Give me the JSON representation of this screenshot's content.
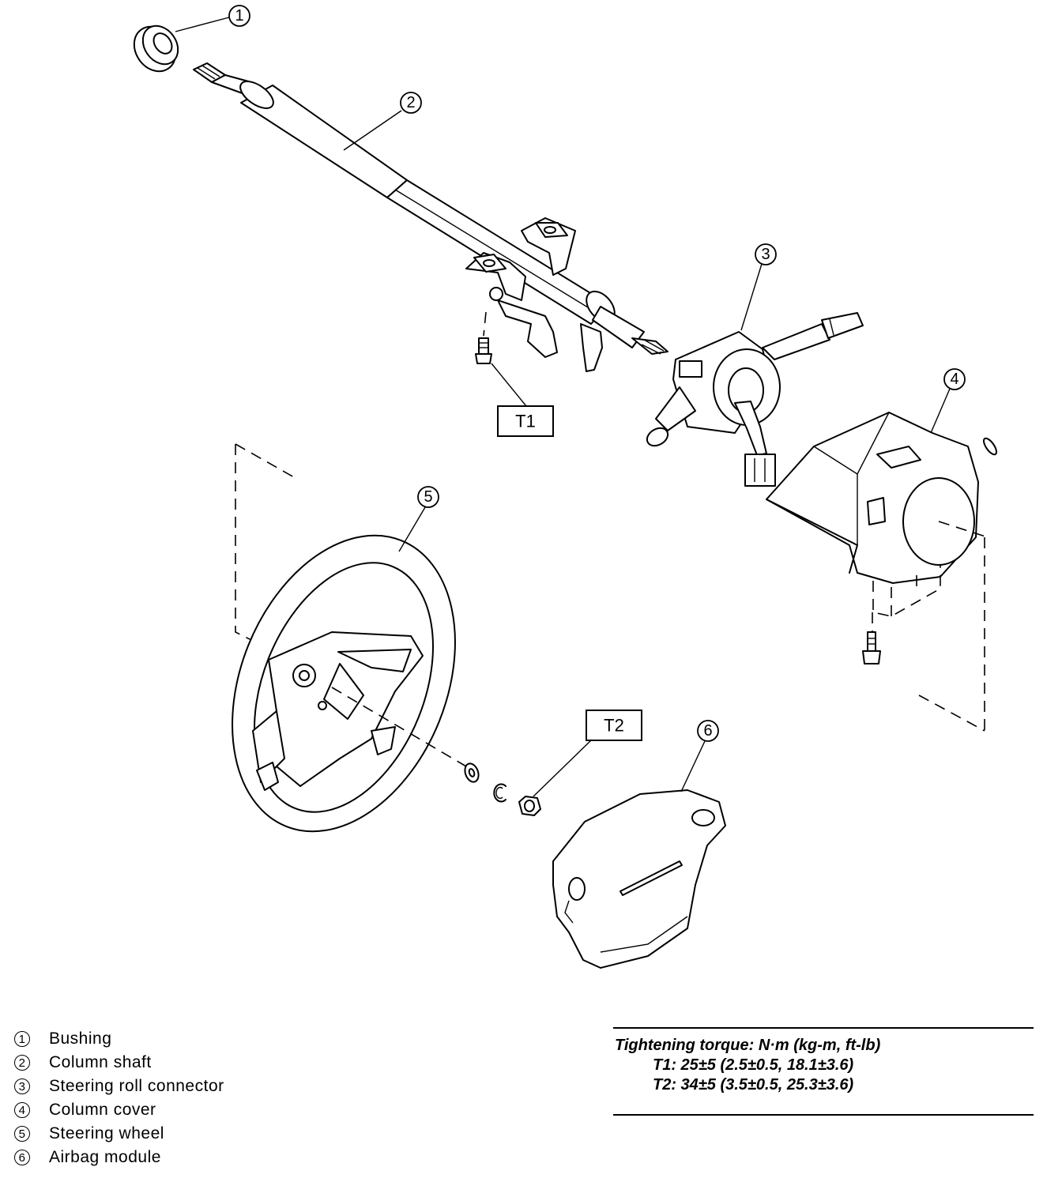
{
  "callouts": [
    {
      "num": "1",
      "label": "Bushing"
    },
    {
      "num": "2",
      "label": "Column shaft"
    },
    {
      "num": "3",
      "label": "Steering roll connector"
    },
    {
      "num": "4",
      "label": "Column cover"
    },
    {
      "num": "5",
      "label": "Steering wheel"
    },
    {
      "num": "6",
      "label": "Airbag module"
    }
  ],
  "torque_marks": {
    "t1": "T1",
    "t2": "T2"
  },
  "torque_spec": {
    "heading": "Tightening torque: N·m (kg-m, ft-lb)",
    "rows": [
      "T1: 25±5 (2.5±0.5, 18.1±3.6)",
      "T2: 34±5 (3.5±0.5, 25.3±3.6)"
    ]
  }
}
